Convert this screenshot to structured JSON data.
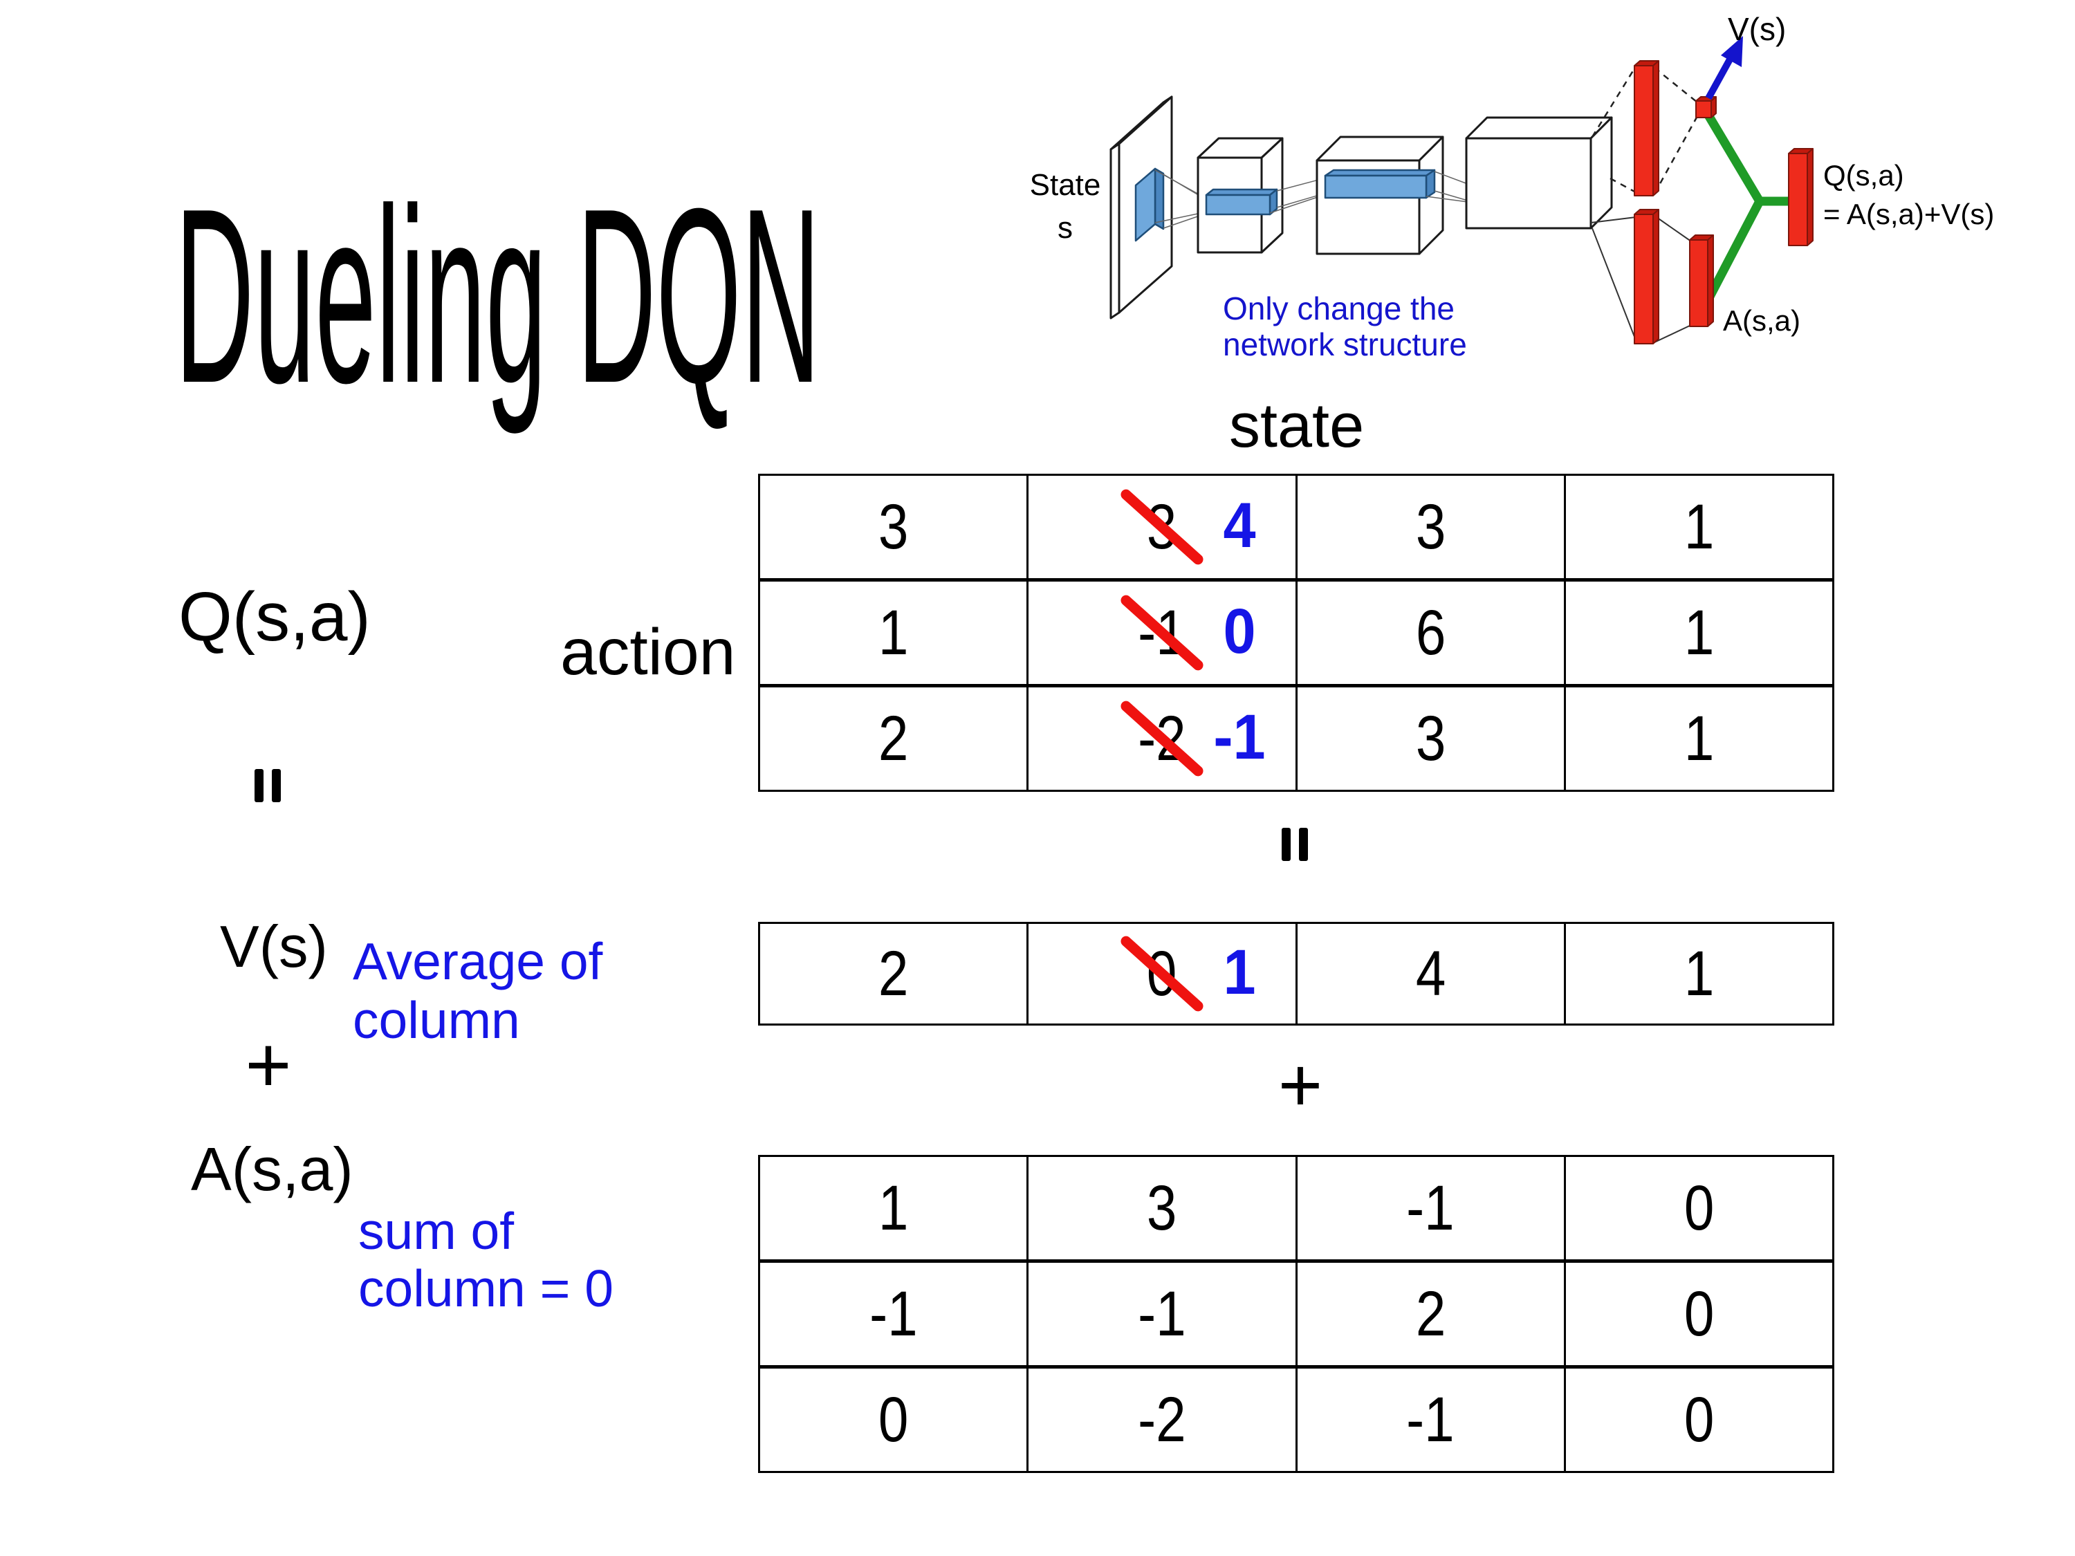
{
  "title": "Dueling DQN",
  "colors": {
    "accent_blue": "#1515e6",
    "strike_red": "#ef1310",
    "bar_red": "#ee2b1c",
    "green": "#1f9b27",
    "conv_blue": "#6fa8dc"
  },
  "diagram": {
    "state_line1": "State",
    "state_line2": "s",
    "note_line1": "Only change the",
    "note_line2": "network structure",
    "v_out": "V(s)",
    "q_out_line1": "Q(s,a)",
    "q_out_line2": "= A(s,a)+V(s)",
    "a_out": "A(s,a)"
  },
  "equation": {
    "q_label": "Q(s,a)",
    "action_label": "action",
    "state_label": "state",
    "equals": "=",
    "plus": "+",
    "v_label": "V(s)",
    "a_label": "A(s,a)",
    "avg_line1": "Average of",
    "avg_line2": "column",
    "sum_line1": "sum of",
    "sum_line2": "column = 0"
  },
  "q_table": {
    "rows": [
      {
        "c1": "3",
        "old": "3",
        "new": "4",
        "c3": "3",
        "c4": "1"
      },
      {
        "c1": "1",
        "old": "-1",
        "new": "0",
        "c3": "6",
        "c4": "1"
      },
      {
        "c1": "2",
        "old": "-2",
        "new": "-1",
        "c3": "3",
        "c4": "1"
      }
    ]
  },
  "v_table": {
    "c1": "2",
    "old": "0",
    "new": "1",
    "c3": "4",
    "c4": "1"
  },
  "a_table": {
    "rows": [
      [
        "1",
        "3",
        "-1",
        "0"
      ],
      [
        "-1",
        "-1",
        "2",
        "0"
      ],
      [
        "0",
        "-2",
        "-1",
        "0"
      ]
    ]
  }
}
